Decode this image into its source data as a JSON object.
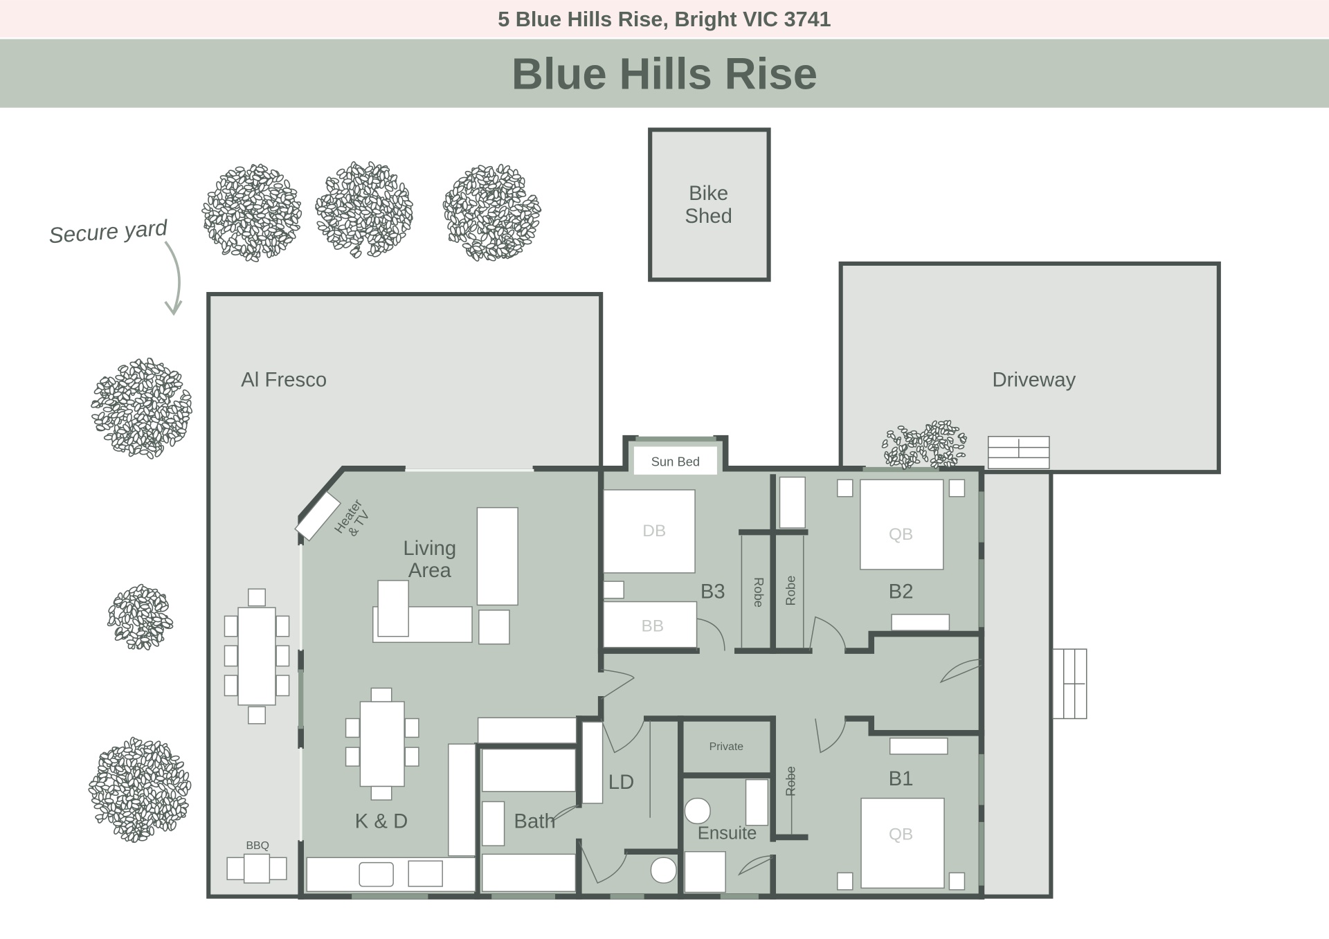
{
  "header": {
    "address": "5 Blue Hills Rise, Bright VIC 3741",
    "title": "Blue Hills Rise"
  },
  "colors": {
    "address_band": "#fdeeee",
    "title_band": "#bec8bd",
    "text": "#56625a",
    "wall": "#4a524f",
    "interior": "#bfc9bf",
    "exterior": "#dfe2de"
  },
  "plan": {
    "secure_yard": "Secure yard",
    "bike_shed": [
      "Bike",
      "Shed"
    ],
    "al_fresco": "Al Fresco",
    "driveway": "Driveway",
    "sun_bed": "Sun Bed",
    "living_area": [
      "Living",
      "Area"
    ],
    "heater_tv": [
      "Heater",
      "& TV"
    ],
    "b3": "B3",
    "b2": "B2",
    "b1": "B1",
    "db": "DB",
    "bb": "BB",
    "qb_b2": "QB",
    "qb_b1": "QB",
    "robe_b3": "Robe",
    "robe_b2": "Robe",
    "robe_b1": "Robe",
    "private": "Private",
    "ld": "LD",
    "ensuite": "Ensuite",
    "bath": "Bath",
    "kd": "K & D",
    "bbq": "BBQ"
  }
}
